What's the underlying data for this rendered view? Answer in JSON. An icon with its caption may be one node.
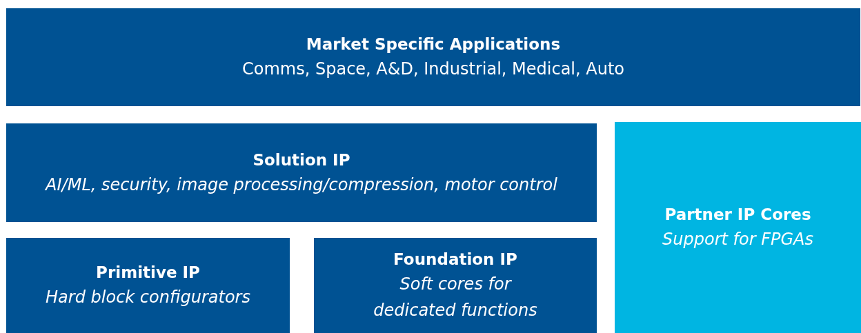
{
  "diagram": {
    "nodes": [
      {
        "text": [
          "Market Specific Applications",
          "Comms, Space, A&D, Industrial, Medical, Auto"
        ]
      },
      {
        "text": [
          "Solution IP",
          "AI/ML, security, image processing/compression, motor control"
        ]
      },
      {
        "text": [
          "Partner IP Cores",
          "Support for FPGAs"
        ]
      },
      {
        "text": [
          "Primitive IP",
          "Hard block configurators"
        ]
      },
      {
        "text": [
          "Foundation IP",
          "Soft cores for dedicated functions"
        ]
      }
    ],
    "edges": []
  }
}
